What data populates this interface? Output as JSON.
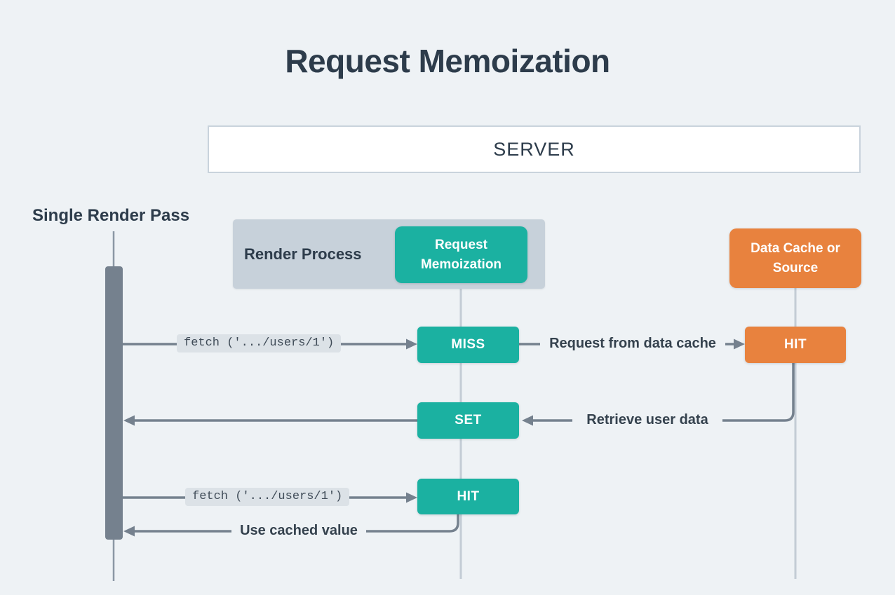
{
  "title": "Request Memoization",
  "server": {
    "label": "SERVER"
  },
  "lanes": {
    "single_render_pass": "Single Render Pass",
    "render_process": "Render Process"
  },
  "boxes": {
    "request_memoization": "Request\nMemoization",
    "data_cache_or_source": "Data Cache or\nSource",
    "miss": "MISS",
    "hit_data_cache": "HIT",
    "set": "SET",
    "hit_memoization": "HIT"
  },
  "messages": {
    "fetch_first": "fetch ('.../users/1')",
    "request_from_data_cache": "Request from data cache",
    "retrieve_user_data": "Retrieve user data",
    "fetch_second": "fetch ('.../users/1')",
    "use_cached_value": "Use cached value"
  },
  "colors": {
    "page-bg": "#eef2f5",
    "ink": "#2d3c4b",
    "slate": "#75818e",
    "lifeline": "#c3ccd5",
    "panel": "#c7d1da",
    "teal": "#1bb1a1",
    "orange": "#e8823e",
    "code-bg": "#dce2e7",
    "code-ink": "#3f4b57",
    "server-border": "#c9d3dc",
    "server-bg": "#ffffff"
  }
}
